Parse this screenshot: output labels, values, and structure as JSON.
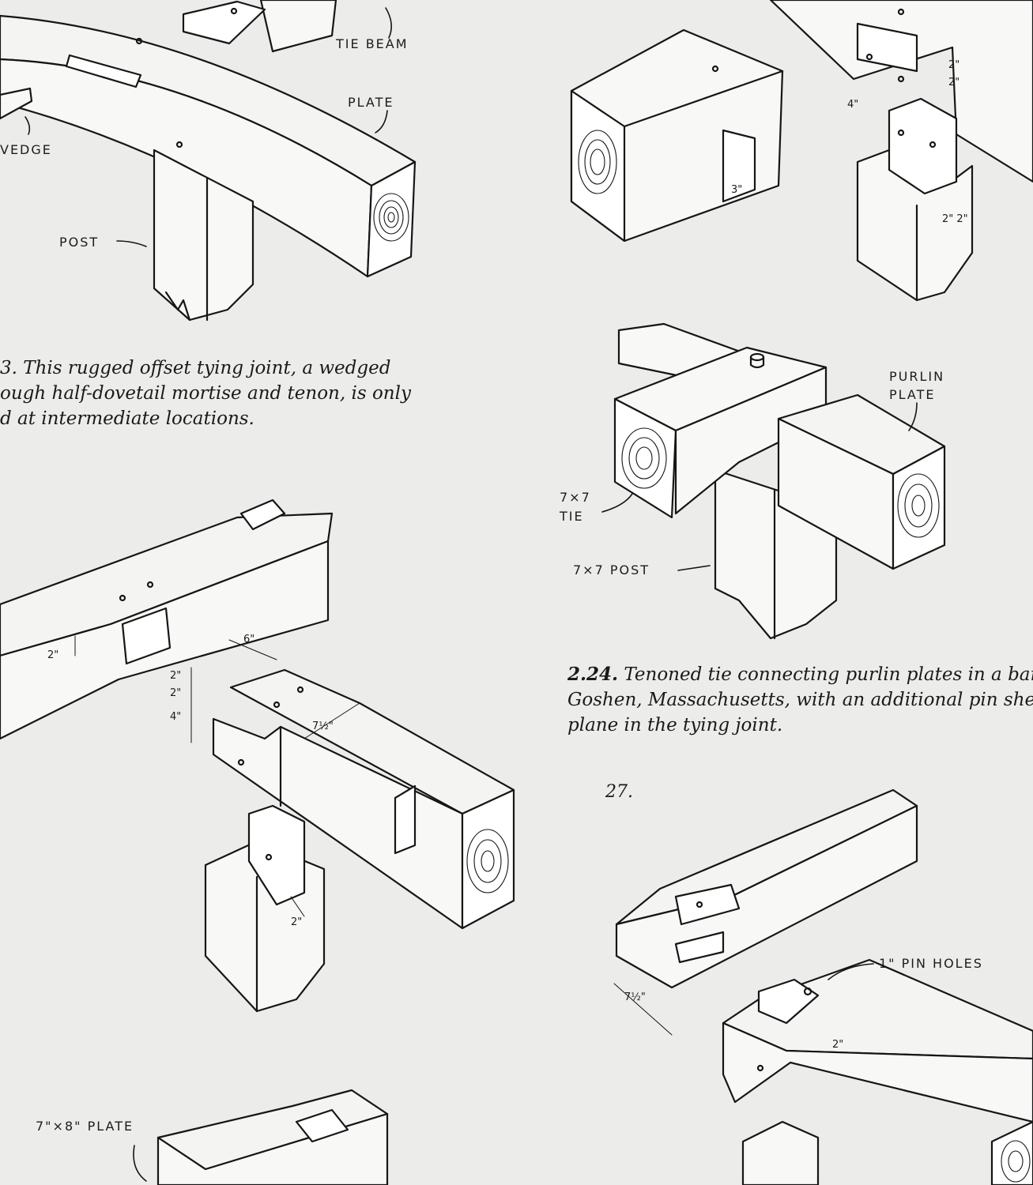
{
  "captions": {
    "c223_l1": "3. This rugged offset tying joint, a wedged",
    "c223_l2": "ough half-dovetail mortise and tenon, is only",
    "c223_l3": "d at intermediate locations.",
    "c224_num": "2.24.",
    "c224_l1": "Tenoned tie connecting purlin plates in a bar",
    "c224_l2": "Goshen, Massachusetts, with an additional pin she",
    "c224_l3": "plane in the tying joint."
  },
  "figure_number": "27.",
  "labels": {
    "tie_beam": "TIE BEAM",
    "plate": "PLATE",
    "wedge": "VEDGE",
    "post": "POST",
    "purlin": "PURLIN",
    "purlin_plate": "PLATE",
    "tie_size": "7×7",
    "tie": "TIE",
    "post_77": "7×7 POST",
    "plate_78": "7\"×8\" PLATE",
    "pin_holes": "1\" PIN HOLES"
  },
  "dimensions": {
    "d_2a": "2\"",
    "d_2b": "2\"",
    "d_4": "4\"",
    "d_3": "3\"",
    "d_22": "2\" 2\"",
    "d_6": "6\"",
    "d_2c": "2\"",
    "d_2d": "2\"",
    "d_4b": "4\"",
    "d_75": "7½\"",
    "d_2e": "2\"",
    "d_2f": "2\"",
    "d_75b": "7½\"",
    "d_2g": "2\""
  }
}
